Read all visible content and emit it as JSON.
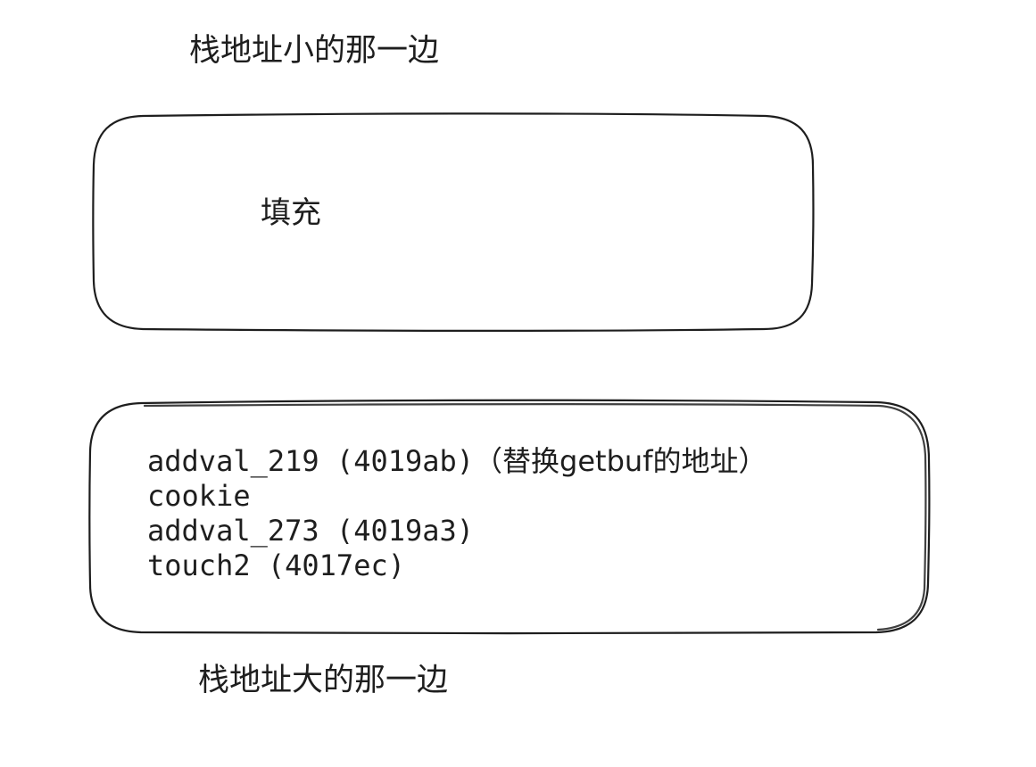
{
  "labels": {
    "low_address": "栈地址小的那一边",
    "high_address": "栈地址大的那一边",
    "padding": "填充"
  },
  "stack_entries": [
    {
      "code": "addval_219 (4019ab)",
      "note": "（替换getbuf的地址）"
    },
    {
      "code": "cookie",
      "note": ""
    },
    {
      "code": "addval_273 (4019a3)",
      "note": ""
    },
    {
      "code": "touch2 (4017ec)",
      "note": ""
    }
  ],
  "colors": {
    "stroke": "#1e1e1e",
    "background": "#ffffff"
  }
}
